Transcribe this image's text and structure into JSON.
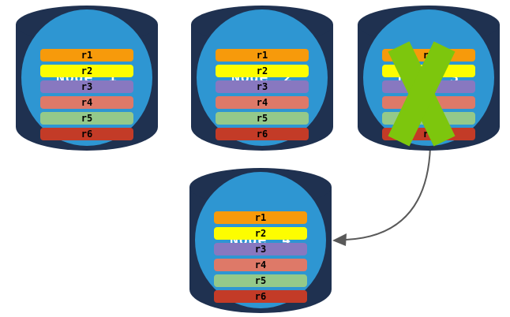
{
  "diagram": {
    "nodes": [
      {
        "title": "Node 1",
        "failed": false,
        "rows": [
          {
            "label": "r1",
            "color": "#F79A0B"
          },
          {
            "label": "r2",
            "color": "#FDFD00"
          },
          {
            "label": "r3",
            "color": "#8878C0"
          },
          {
            "label": "r4",
            "color": "#DE7968"
          },
          {
            "label": "r5",
            "color": "#94C98A"
          },
          {
            "label": "r6",
            "color": "#C33B27"
          }
        ]
      },
      {
        "title": "Node 2",
        "failed": false,
        "rows": [
          {
            "label": "r1",
            "color": "#F79A0B"
          },
          {
            "label": "r2",
            "color": "#FDFD00"
          },
          {
            "label": "r3",
            "color": "#8878C0"
          },
          {
            "label": "r4",
            "color": "#DE7968"
          },
          {
            "label": "r5",
            "color": "#94C98A"
          },
          {
            "label": "r6",
            "color": "#C33B27"
          }
        ]
      },
      {
        "title": "Node 3",
        "failed": true,
        "rows": [
          {
            "label": "r1",
            "color": "#F79A0B"
          },
          {
            "label": "r2",
            "color": "#FDFD00"
          },
          {
            "label": "r3",
            "color": "#8878C0"
          },
          {
            "label": "r4",
            "color": "#DE7968"
          },
          {
            "label": "r5",
            "color": "#94C98A"
          },
          {
            "label": "r6",
            "color": "#C33B27"
          }
        ]
      },
      {
        "title": "Node 4",
        "failed": false,
        "rows": [
          {
            "label": "r1",
            "color": "#F79A0B"
          },
          {
            "label": "r2",
            "color": "#FDFD00"
          },
          {
            "label": "r3",
            "color": "#8878C0"
          },
          {
            "label": "r4",
            "color": "#DE7968"
          },
          {
            "label": "r5",
            "color": "#94C98A"
          },
          {
            "label": "r6",
            "color": "#C33B27"
          }
        ]
      }
    ],
    "arrow": {
      "from": "Node 3",
      "to": "Node 4"
    },
    "colors": {
      "cylinder_body": "#1F3150",
      "cylinder_top": "#2E96D2",
      "failure_x": "#7DC60D",
      "arrow": "#595959",
      "title_text": "#FFFFFF",
      "row_text": "#000000",
      "background": "#FFFFFF"
    }
  }
}
